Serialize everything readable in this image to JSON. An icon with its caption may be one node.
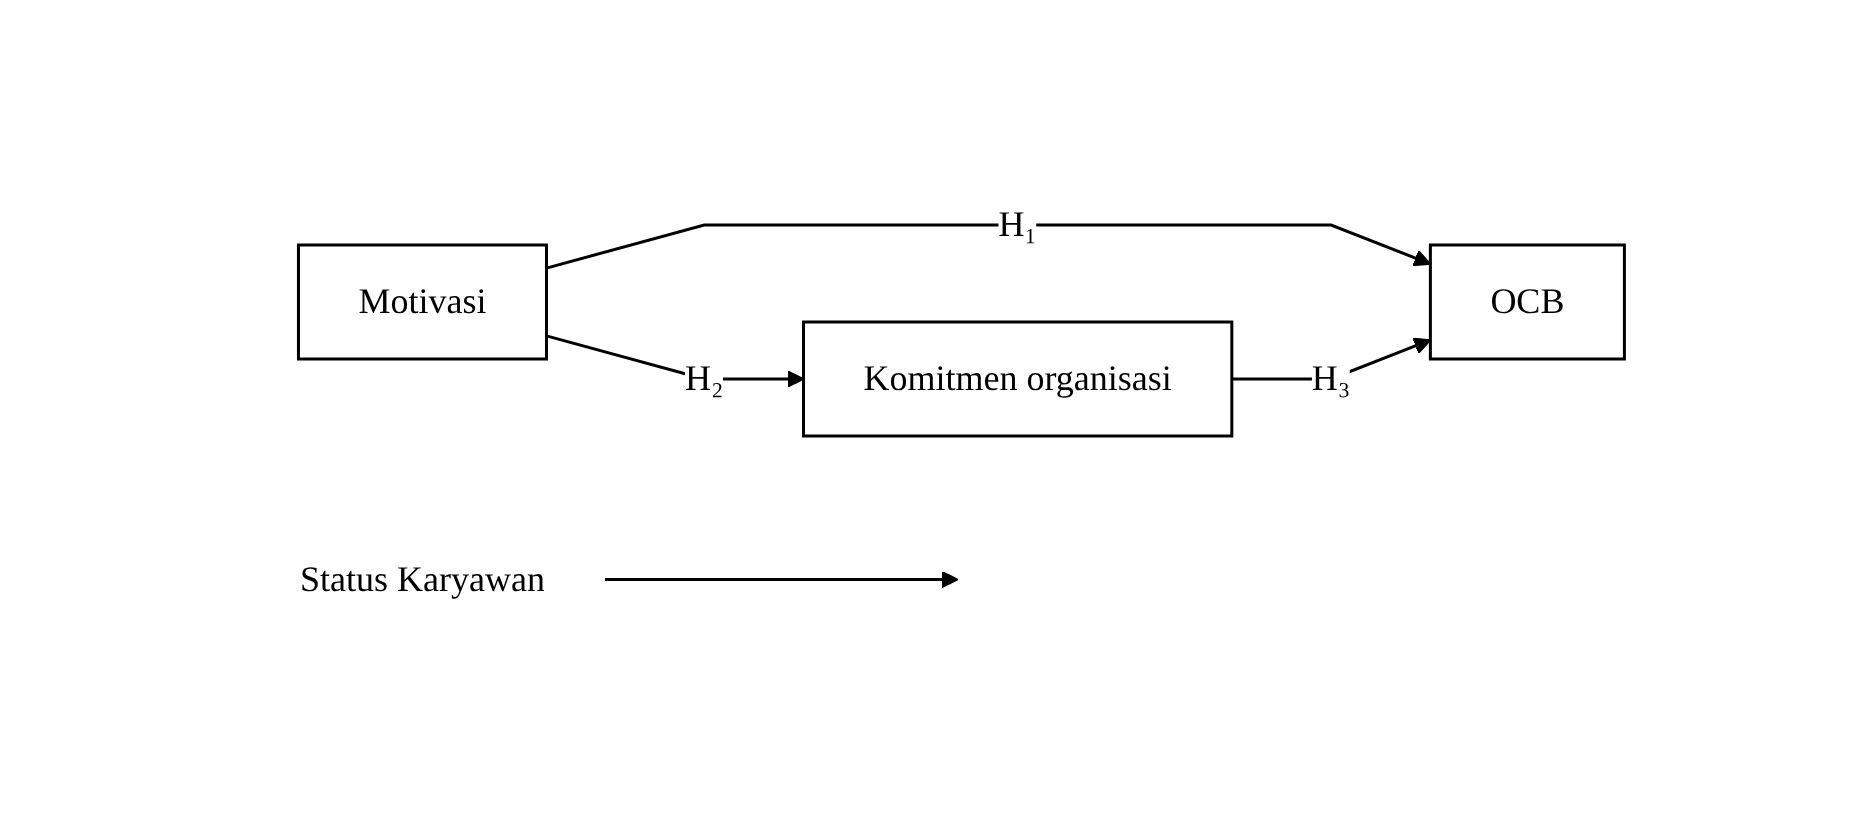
{
  "diagram": {
    "nodes": [
      {
        "text": [
          "Motivasi"
        ]
      },
      {
        "text": [
          "Status Karyawan"
        ]
      },
      {
        "text": [
          "OCB"
        ]
      },
      {
        "text": [
          "Komitmen organisasi"
        ]
      }
    ],
    "edges": [
      {
        "from": 0,
        "to": 2,
        "arrow": "to",
        "label": "H₁"
      },
      {
        "from": 0,
        "to": 3,
        "arrow": "to",
        "label": "H₂"
      },
      {
        "from": 3,
        "to": 2,
        "arrow": "to",
        "label": "H₃"
      },
      {
        "from": 1,
        "to": null,
        "arrow": "to"
      }
    ]
  }
}
